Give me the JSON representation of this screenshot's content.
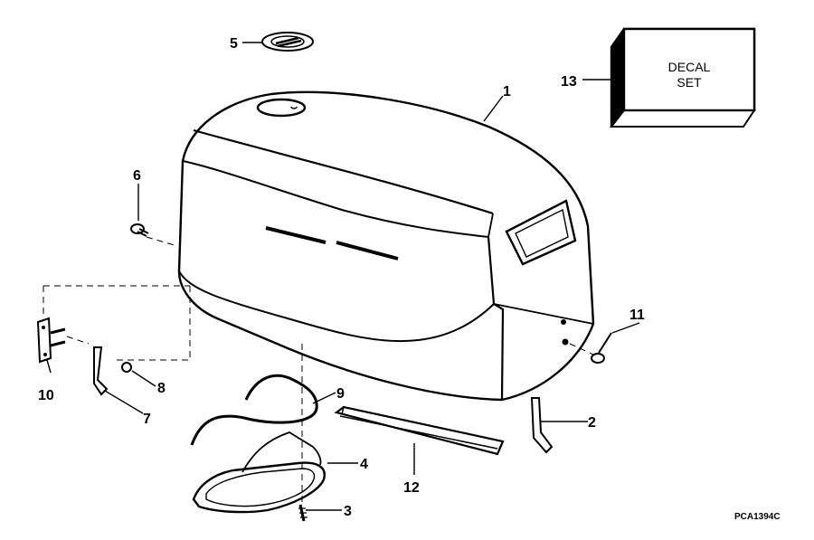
{
  "callouts": {
    "c1": "1",
    "c2": "2",
    "c3": "3",
    "c4": "4",
    "c5": "5",
    "c6": "6",
    "c7": "7",
    "c8": "8",
    "c9": "9",
    "c10": "10",
    "c11": "11",
    "c12": "12",
    "c13": "13"
  },
  "decal": {
    "line1": "DECAL",
    "line2": "SET"
  },
  "figure_code": "PCA1394C"
}
